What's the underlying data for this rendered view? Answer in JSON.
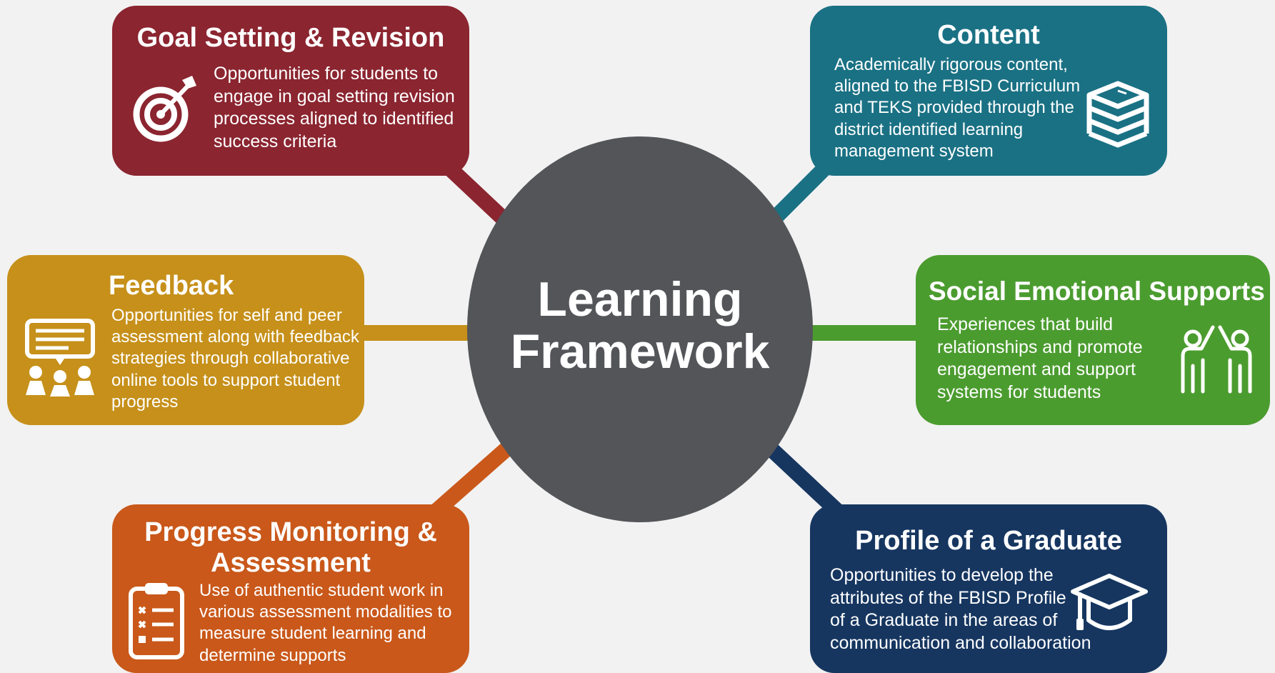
{
  "center": {
    "title_lines": [
      "Learning",
      "Framework"
    ],
    "color": "#535559"
  },
  "cards": {
    "goal": {
      "title": "Goal Setting & Revision",
      "desc": [
        "Opportunities for students to",
        "engage in goal setting revision",
        "processes aligned to identified",
        "success criteria"
      ],
      "color": "#8b2530",
      "icon": "target-icon"
    },
    "content": {
      "title": "Content",
      "desc": [
        "Academically rigorous content,",
        "aligned to the FBISD Curriculum",
        "and TEKS provided through the",
        "district identified learning",
        "management system"
      ],
      "color": "#1a7184",
      "icon": "books-stack-icon"
    },
    "feedback": {
      "title": "Feedback",
      "desc": [
        "Opportunities for self and peer",
        "assessment along with feedback",
        "strategies through collaborative",
        "online tools to support student",
        "progress"
      ],
      "color": "#c6901a",
      "icon": "group-discussion-icon"
    },
    "social": {
      "title": "Social Emotional Supports",
      "desc": [
        "Experiences that build",
        "relationships and promote",
        "engagement and support",
        "systems for students"
      ],
      "color": "#4b9c2f",
      "icon": "high-five-icon"
    },
    "progress": {
      "title_lines": [
        "Progress Monitoring &",
        "Assessment"
      ],
      "desc": [
        "Use of authentic student work in",
        "various assessment modalities to",
        "measure student learning and",
        "determine supports"
      ],
      "color": "#c9581a",
      "icon": "clipboard-checklist-icon"
    },
    "profile": {
      "title": "Profile of a Graduate",
      "desc": [
        "Opportunities to develop the",
        "attributes of the FBISD Profile",
        "of a Graduate in the areas of",
        "communication and collaboration"
      ],
      "color": "#163660",
      "icon": "graduation-cap-icon"
    }
  }
}
